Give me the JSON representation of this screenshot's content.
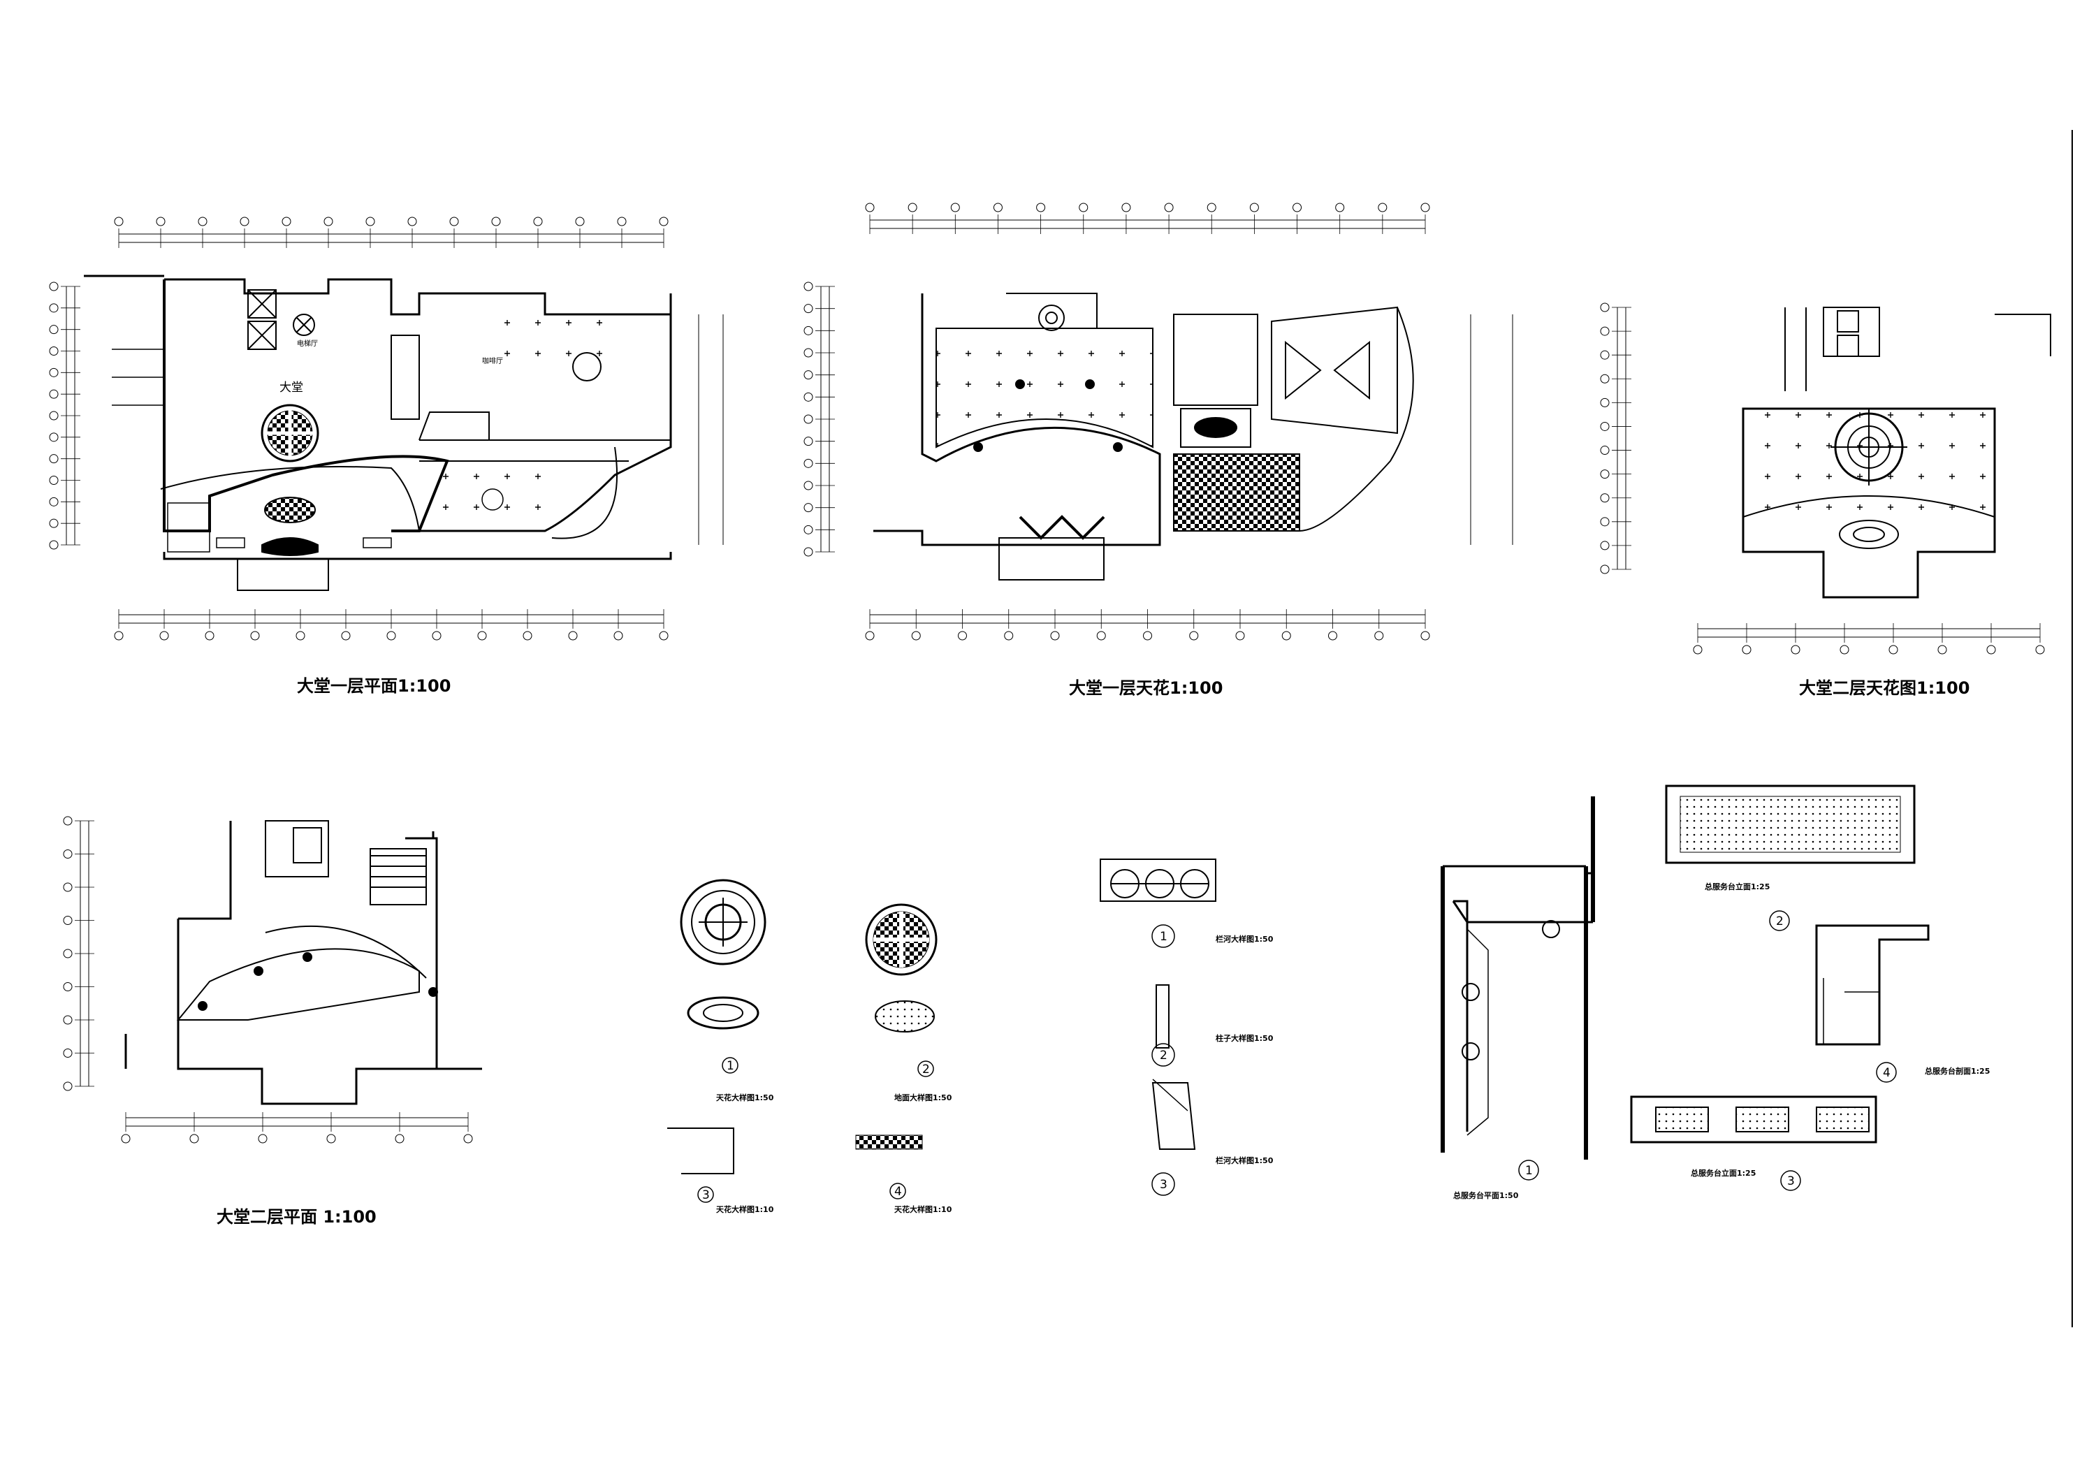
{
  "drawings": {
    "plan_1f": {
      "title": "大堂一层平面1:100",
      "labels": {
        "lobby": "大堂",
        "bar": "咖啡厅",
        "lift": "电梯厅"
      }
    },
    "ceiling_1f": {
      "title": "大堂一层天花1:100"
    },
    "ceiling_2f": {
      "title": "大堂二层天花图1:100"
    },
    "plan_2f": {
      "title": "大堂二层平面 1:100"
    }
  },
  "details": [
    {
      "num": "1",
      "caption": "天花大样图1:50"
    },
    {
      "num": "2",
      "caption": "地面大样图1:50"
    },
    {
      "num": "3",
      "caption": "天花大样图1:10"
    },
    {
      "num": "4",
      "caption": "天花大样图1:10"
    },
    {
      "num": "1",
      "caption": "栏河大样图1:50"
    },
    {
      "num": "2",
      "caption": "柱子大样图1:50"
    },
    {
      "num": "3",
      "caption": "栏河大样图1:50"
    },
    {
      "num": "1",
      "caption": "总服务台平面1:50"
    },
    {
      "num": "2",
      "caption": "总服务台立面1:25"
    },
    {
      "num": "3",
      "caption": "总服务台立面1:25"
    },
    {
      "num": "4",
      "caption": "总服务台剖面1:25"
    }
  ]
}
